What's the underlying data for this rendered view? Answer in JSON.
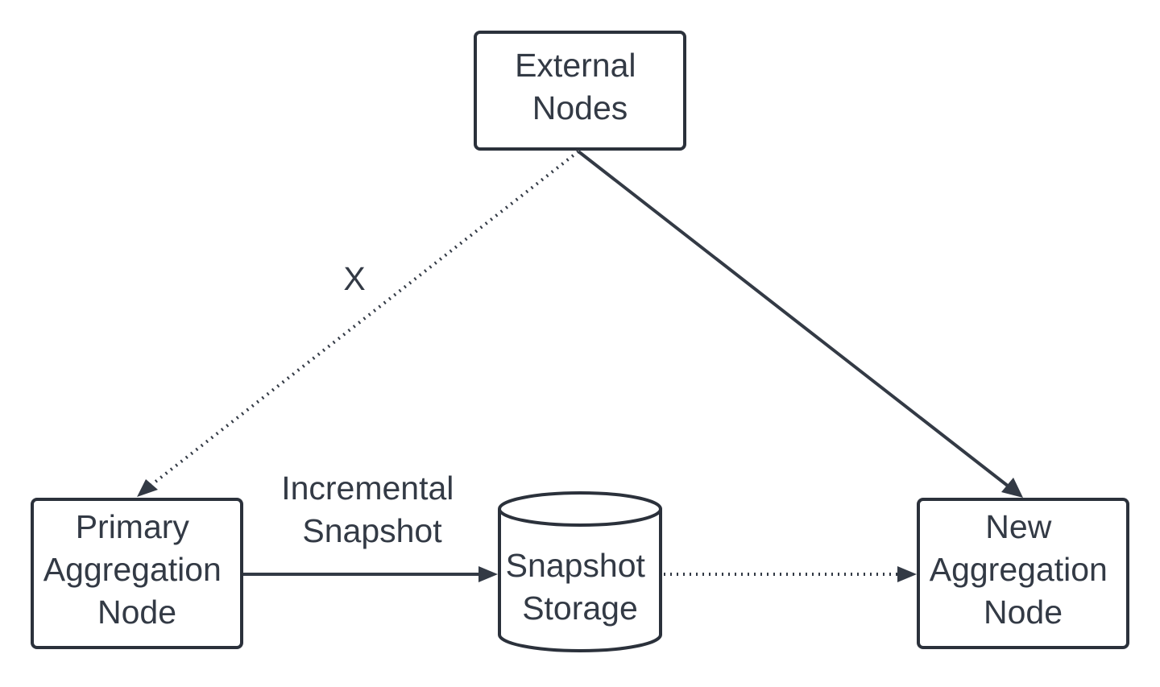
{
  "colors": {
    "stroke": "#2b313b",
    "text": "#333a45",
    "background": "#ffffff"
  },
  "nodes": {
    "external": {
      "lines": [
        "External",
        "Nodes"
      ]
    },
    "primary": {
      "lines": [
        "Primary",
        "Aggregation",
        "Node"
      ]
    },
    "storage": {
      "lines": [
        "Snapshot",
        "Storage"
      ]
    },
    "new": {
      "lines": [
        "New",
        "Aggregation",
        "Node"
      ]
    }
  },
  "edges": {
    "external_to_primary": {
      "label": "X",
      "style": "dotted"
    },
    "primary_to_storage": {
      "label_lines": [
        "Incremental",
        "Snapshot"
      ],
      "style": "solid"
    },
    "storage_to_new": {
      "style": "dotted"
    },
    "external_to_new": {
      "style": "solid"
    }
  }
}
